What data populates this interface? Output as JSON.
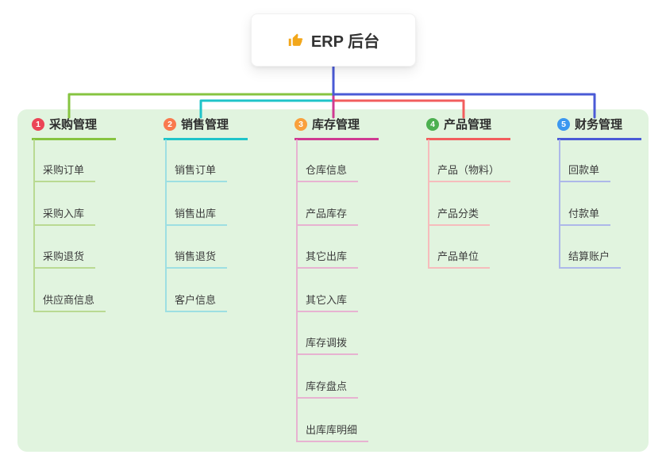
{
  "root": {
    "label": "ERP 后台",
    "icon": "thumbs-up-icon",
    "icon_color": "#f2a71b"
  },
  "canvas": {
    "background": "#ffffff",
    "panel_background": "#e1f4df",
    "root_connector_color": "#4a5ad6"
  },
  "branches": [
    {
      "number": "1",
      "label": "采购管理",
      "color": "#86c440",
      "light_color": "#b9da92",
      "badge_color": "#eb4557",
      "children": [
        "采购订单",
        "采购入库",
        "采购退货",
        "供应商信息"
      ]
    },
    {
      "number": "2",
      "label": "销售管理",
      "color": "#1fc4c9",
      "light_color": "#9ddfe2",
      "badge_color": "#f9794e",
      "children": [
        "销售订单",
        "销售出库",
        "销售退货",
        "客户信息"
      ]
    },
    {
      "number": "3",
      "label": "库存管理",
      "color": "#cf3a92",
      "light_color": "#e7b2d1",
      "badge_color": "#f9a03c",
      "children": [
        "仓库信息",
        "产品库存",
        "其它出库",
        "其它入库",
        "库存调拨",
        "库存盘点",
        "出库库明细"
      ]
    },
    {
      "number": "4",
      "label": "产品管理",
      "color": "#f25d5d",
      "light_color": "#f6bcbc",
      "badge_color": "#4cb050",
      "children": [
        "产品（物料）",
        "产品分类",
        "产品单位"
      ]
    },
    {
      "number": "5",
      "label": "财务管理",
      "color": "#4a5ad6",
      "light_color": "#adb8e9",
      "badge_color": "#3b97f0",
      "children": [
        "回款单",
        "付款单",
        "结算账户"
      ]
    }
  ]
}
